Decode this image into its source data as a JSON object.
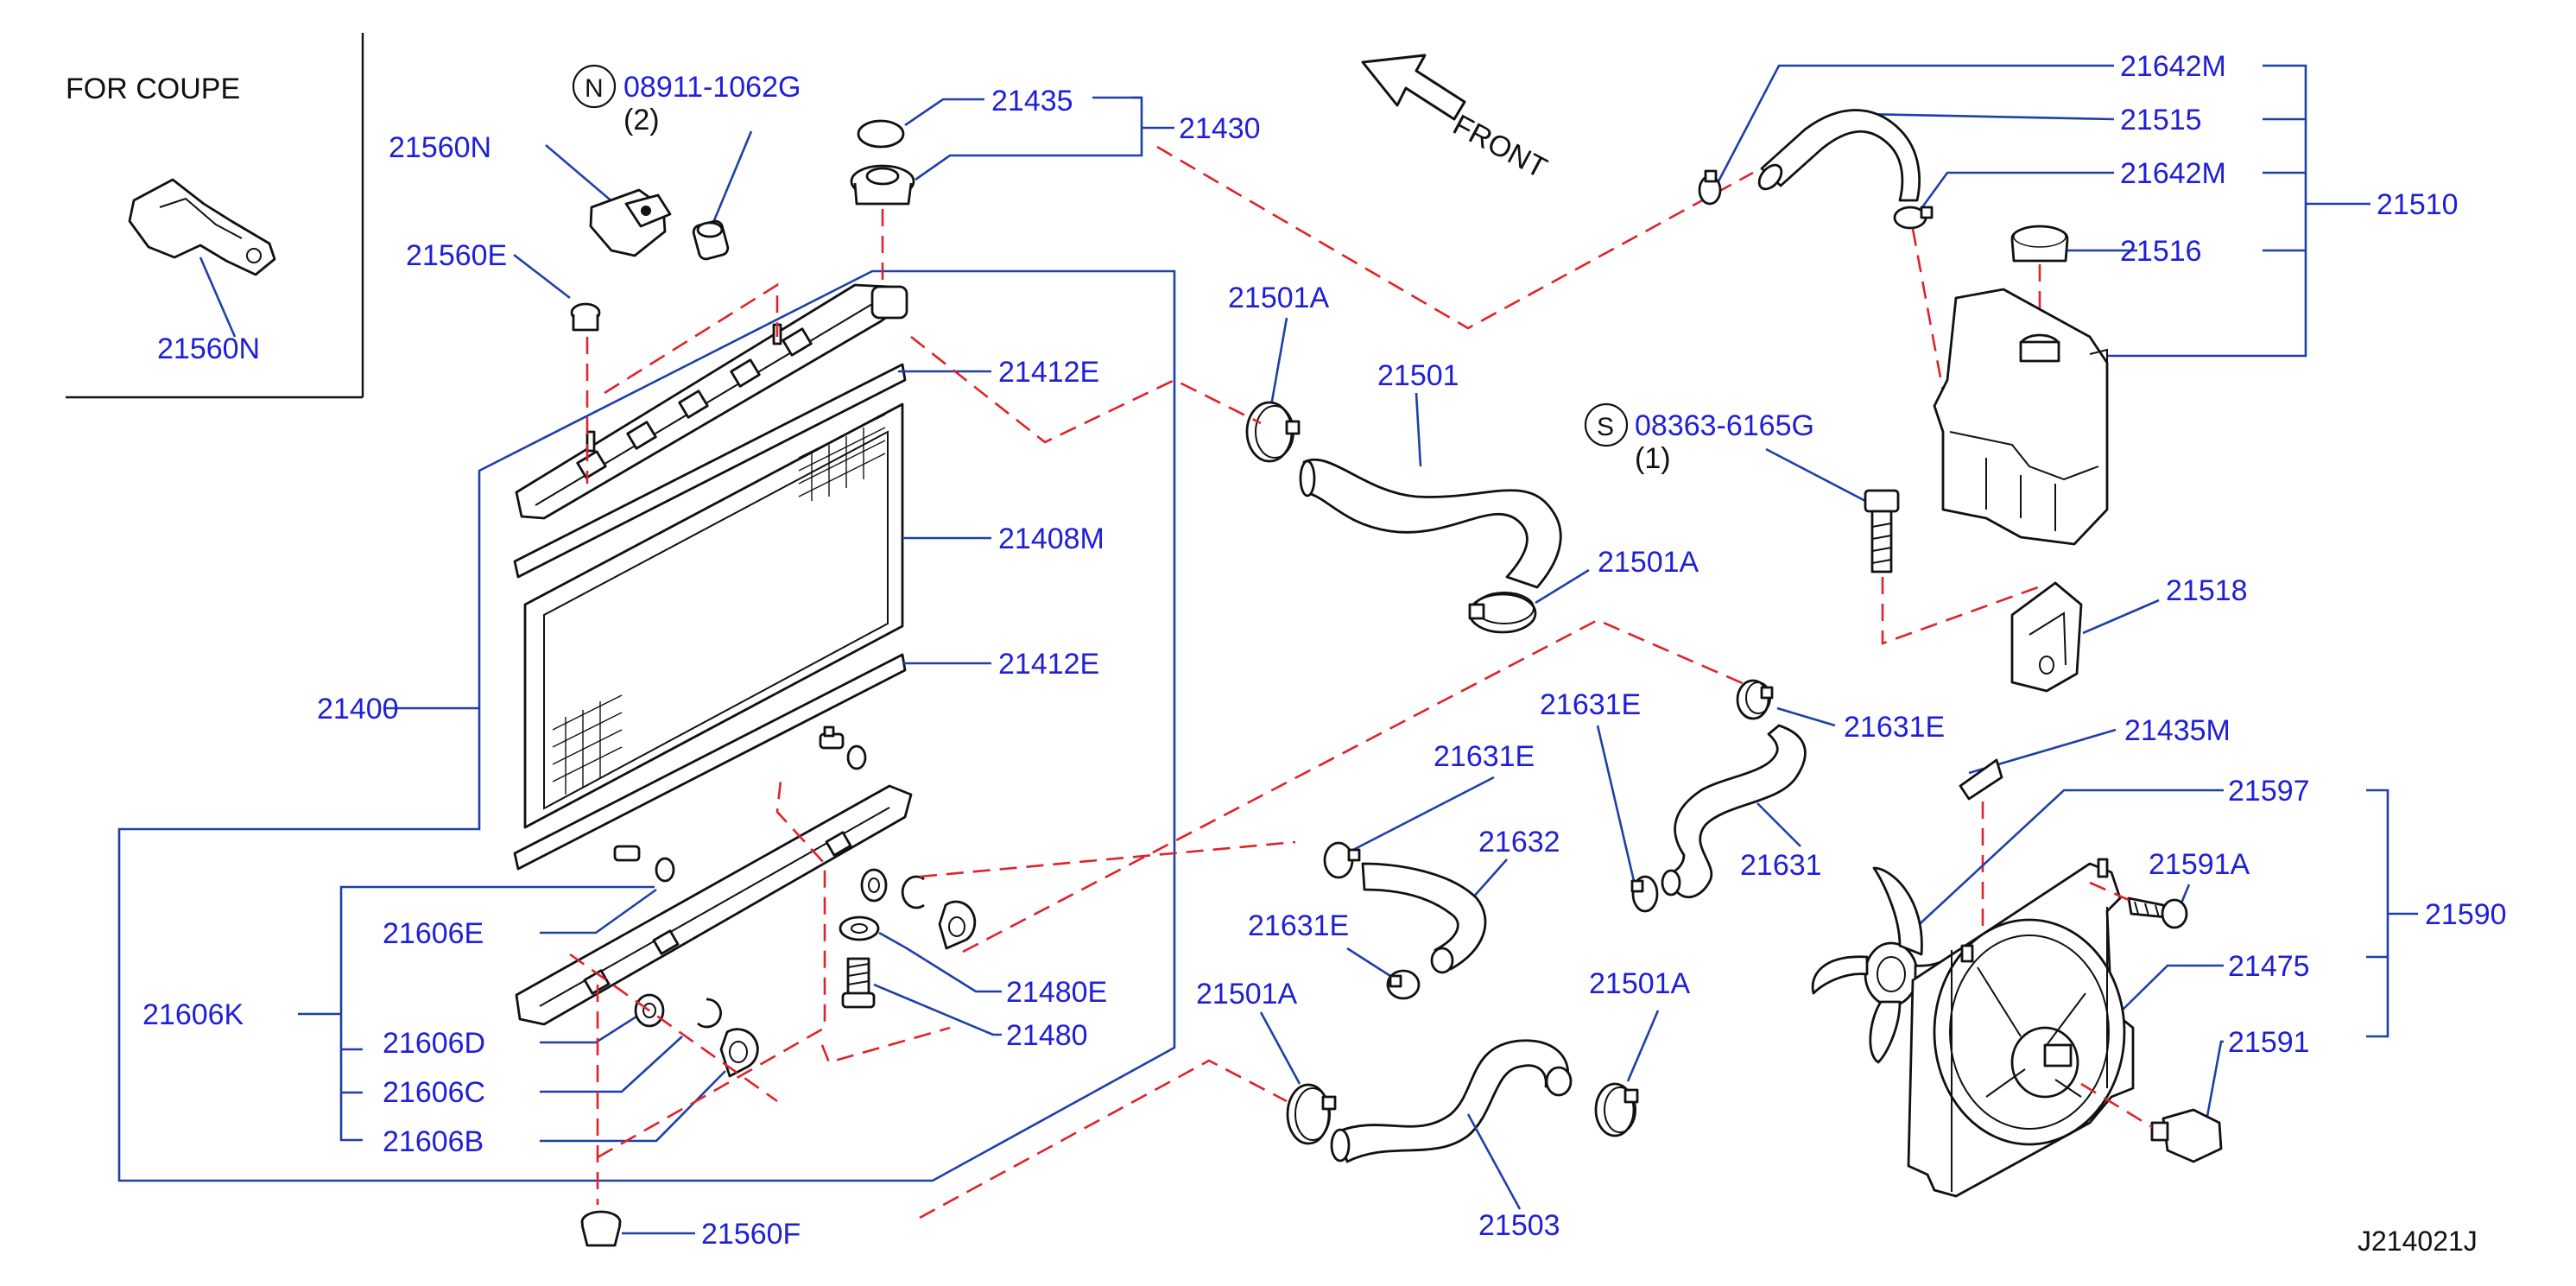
{
  "diagram": {
    "inset_title": "FOR   COUPE",
    "front_label": "FRONT",
    "ref_code": "J214021J",
    "callouts": {
      "p08911": {
        "badge": "N",
        "number": "08911-1062G",
        "qty": "(2)"
      },
      "p08363": {
        "badge": "S",
        "number": "08363-6165G",
        "qty": "(1)"
      }
    },
    "parts": {
      "p21560N_a": "21560N",
      "p21560N_b": "21560N",
      "p21560E": "21560E",
      "p21435": "21435",
      "p21430": "21430",
      "p21412E_a": "21412E",
      "p21408M": "21408M",
      "p21412E_b": "21412E",
      "p21400": "21400",
      "p21606E": "21606E",
      "p21606K": "21606K",
      "p21606D": "21606D",
      "p21606C": "21606C",
      "p21606B": "21606B",
      "p21560F": "21560F",
      "p21480E": "21480E",
      "p21480": "21480",
      "p21501A_a": "21501A",
      "p21501": "21501",
      "p21501A_b": "21501A",
      "p21631E_a": "21631E",
      "p21631E_b": "21631E",
      "p21631E_c": "21631E",
      "p21631E_d": "21631E",
      "p21632": "21632",
      "p21631": "21631",
      "p21501A_c": "21501A",
      "p21501A_d": "21501A",
      "p21503": "21503",
      "p21642M_a": "21642M",
      "p21515": "21515",
      "p21642M_b": "21642M",
      "p21510": "21510",
      "p21516": "21516",
      "p21518": "21518",
      "p21435M": "21435M",
      "p21597": "21597",
      "p21591A": "21591A",
      "p21590": "21590",
      "p21475": "21475",
      "p21591": "21591"
    }
  }
}
